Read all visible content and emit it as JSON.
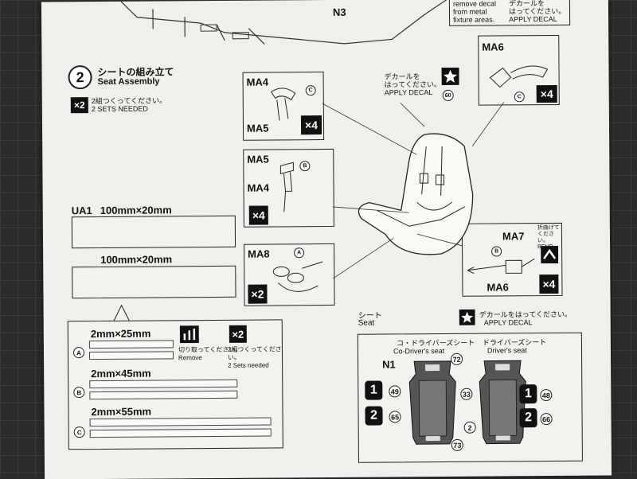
{
  "header": {
    "n3": "N3",
    "notice": [
      "remove decal",
      "from metal",
      "fixture areas."
    ],
    "notice_jp": [
      "デカールを",
      "はってください。",
      "APPLY DECAL"
    ]
  },
  "step": {
    "number": "2",
    "title_jp": "シートの組み立て",
    "title_en": "Seat Assembly",
    "multiplier": "×2",
    "sets_jp": "2組つくってください。",
    "sets_en": "2 SETS NEEDED"
  },
  "ua1": {
    "label": "UA1",
    "size1": "100mm×20mm",
    "size2": "100mm×20mm"
  },
  "straps": {
    "a": {
      "size": "2mm×25mm",
      "letter": "A"
    },
    "b": {
      "size": "2mm×45mm",
      "letter": "B"
    },
    "c": {
      "size": "2mm×55mm",
      "letter": "C"
    },
    "remove_jp": "切り取ってください。",
    "remove_en": "Remove",
    "mult": "×2",
    "needed_jp": "2組つくってください。",
    "needed_en": "2 Sets needed"
  },
  "details": {
    "ma4_top": "MA4",
    "ma5_top": "MA5",
    "x4_1": "×4",
    "ma5_mid": "MA5",
    "ma4_mid": "MA4",
    "x4_2": "×4",
    "ma8": "MA8",
    "x2": "×2",
    "ma6_top": "MA6",
    "x4_3": "×4",
    "ma7": "MA7",
    "ma6_bot": "MA6",
    "x4_4": "×4",
    "bend_jp": "折曲げて",
    "bend_jp2": "ください。",
    "bend_en": "BEND",
    "n1": "N1",
    "decal_jp": "デカールを",
    "decal_jp2": "はってください。",
    "decal_en": "APPLY DECAL",
    "decal_no": "60",
    "letter_c": "C",
    "letter_b": "B",
    "letter_a": "A"
  },
  "seat": {
    "title_jp": "シート",
    "title_en": "Seat",
    "decal_jp": "デカールをはってください。",
    "decal_en": "APPLY DECAL",
    "co_jp": "コ・ドライバーズシート",
    "co_en": "Co-Driver's seat",
    "drv_jp": "ドライバーズシート",
    "drv_en": "Driver's seat",
    "n1": "N1",
    "nums": [
      "72",
      "49",
      "33",
      "48",
      "65",
      "2",
      "66",
      "73"
    ],
    "one": "1",
    "two": "2"
  }
}
